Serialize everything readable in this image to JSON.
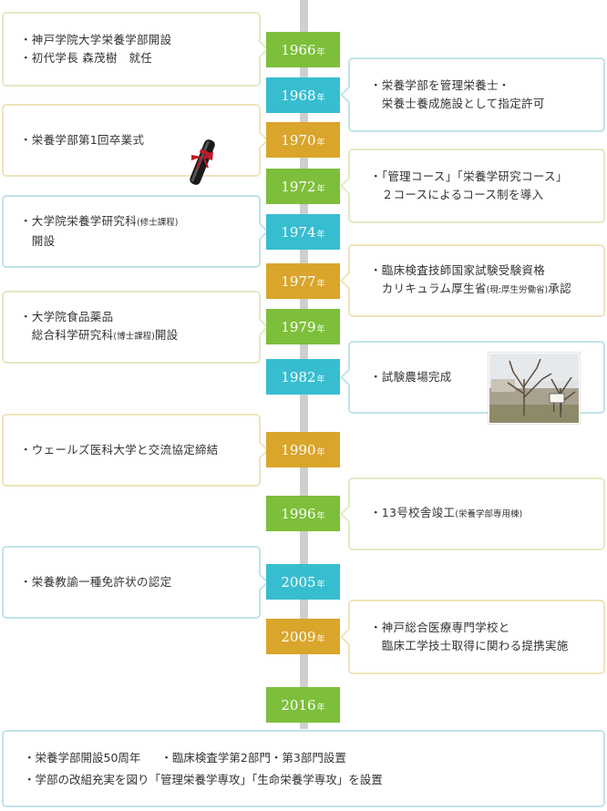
{
  "year_suffix": "年",
  "entries": [
    {
      "year": "1966",
      "color": "#7dbf3a",
      "side": "left",
      "lines": [
        "・神戸学院大学栄養学部開設",
        "・初代学長 森茂樹　就任"
      ]
    },
    {
      "year": "1968",
      "color": "#37bdd0",
      "side": "right",
      "lines": [
        "・栄養学部を管理栄養士・",
        "　栄養士養成施設として指定許可"
      ]
    },
    {
      "year": "1970",
      "color": "#d9a52b",
      "side": "left",
      "lines": [
        "・栄養学部第1回卒業式"
      ]
    },
    {
      "year": "1972",
      "color": "#7dbf3a",
      "side": "right",
      "lines": [
        "・「管理コース」「栄養学研究コース」",
        "　２コースによるコース制を導入"
      ]
    },
    {
      "year": "1974",
      "color": "#37bdd0",
      "side": "left",
      "lines": [
        "・大学院栄養学研究科",
        "　開設"
      ],
      "small": "(修士課程)"
    },
    {
      "year": "1977",
      "color": "#d9a52b",
      "side": "right",
      "lines": [
        "・臨床検査技師国家試験受験資格",
        "　カリキュラム厚生省",
        "承認"
      ],
      "small": "(現:厚生労働省)"
    },
    {
      "year": "1979",
      "color": "#7dbf3a",
      "side": "left",
      "lines": [
        "・大学院食品薬品",
        "　総合科学研究科",
        "開設"
      ],
      "small": "(博士課程)"
    },
    {
      "year": "1982",
      "color": "#37bdd0",
      "side": "right",
      "lines": [
        "・試験農場完成"
      ]
    },
    {
      "year": "1990",
      "color": "#d9a52b",
      "side": "left",
      "lines": [
        "・ウェールズ医科大学と交流協定締結"
      ]
    },
    {
      "year": "1996",
      "color": "#7dbf3a",
      "side": "right",
      "lines": [
        "・13号校舎竣工"
      ],
      "small": "(栄養学部専用棟)"
    },
    {
      "year": "2005",
      "color": "#37bdd0",
      "side": "left",
      "lines": [
        "・栄養教諭一種免許状の認定"
      ]
    },
    {
      "year": "2009",
      "color": "#d9a52b",
      "side": "right",
      "lines": [
        "・神戸総合医療専門学校と",
        "　臨床工学技士取得に関わる提携実施"
      ]
    },
    {
      "year": "2016",
      "color": "#7dbf3a",
      "side": "bottom"
    }
  ],
  "bottom": {
    "line1a": "・栄養学部開設50周年",
    "line1b": "・臨床検査学第2部門・第3部門設置",
    "line2": "・学部の改組充実を図り「管理栄養学専攻」「生命栄養学専攻」を設置"
  },
  "icons": {
    "diploma": "diploma-scroll-icon",
    "farm_photo": "farm-photo"
  }
}
